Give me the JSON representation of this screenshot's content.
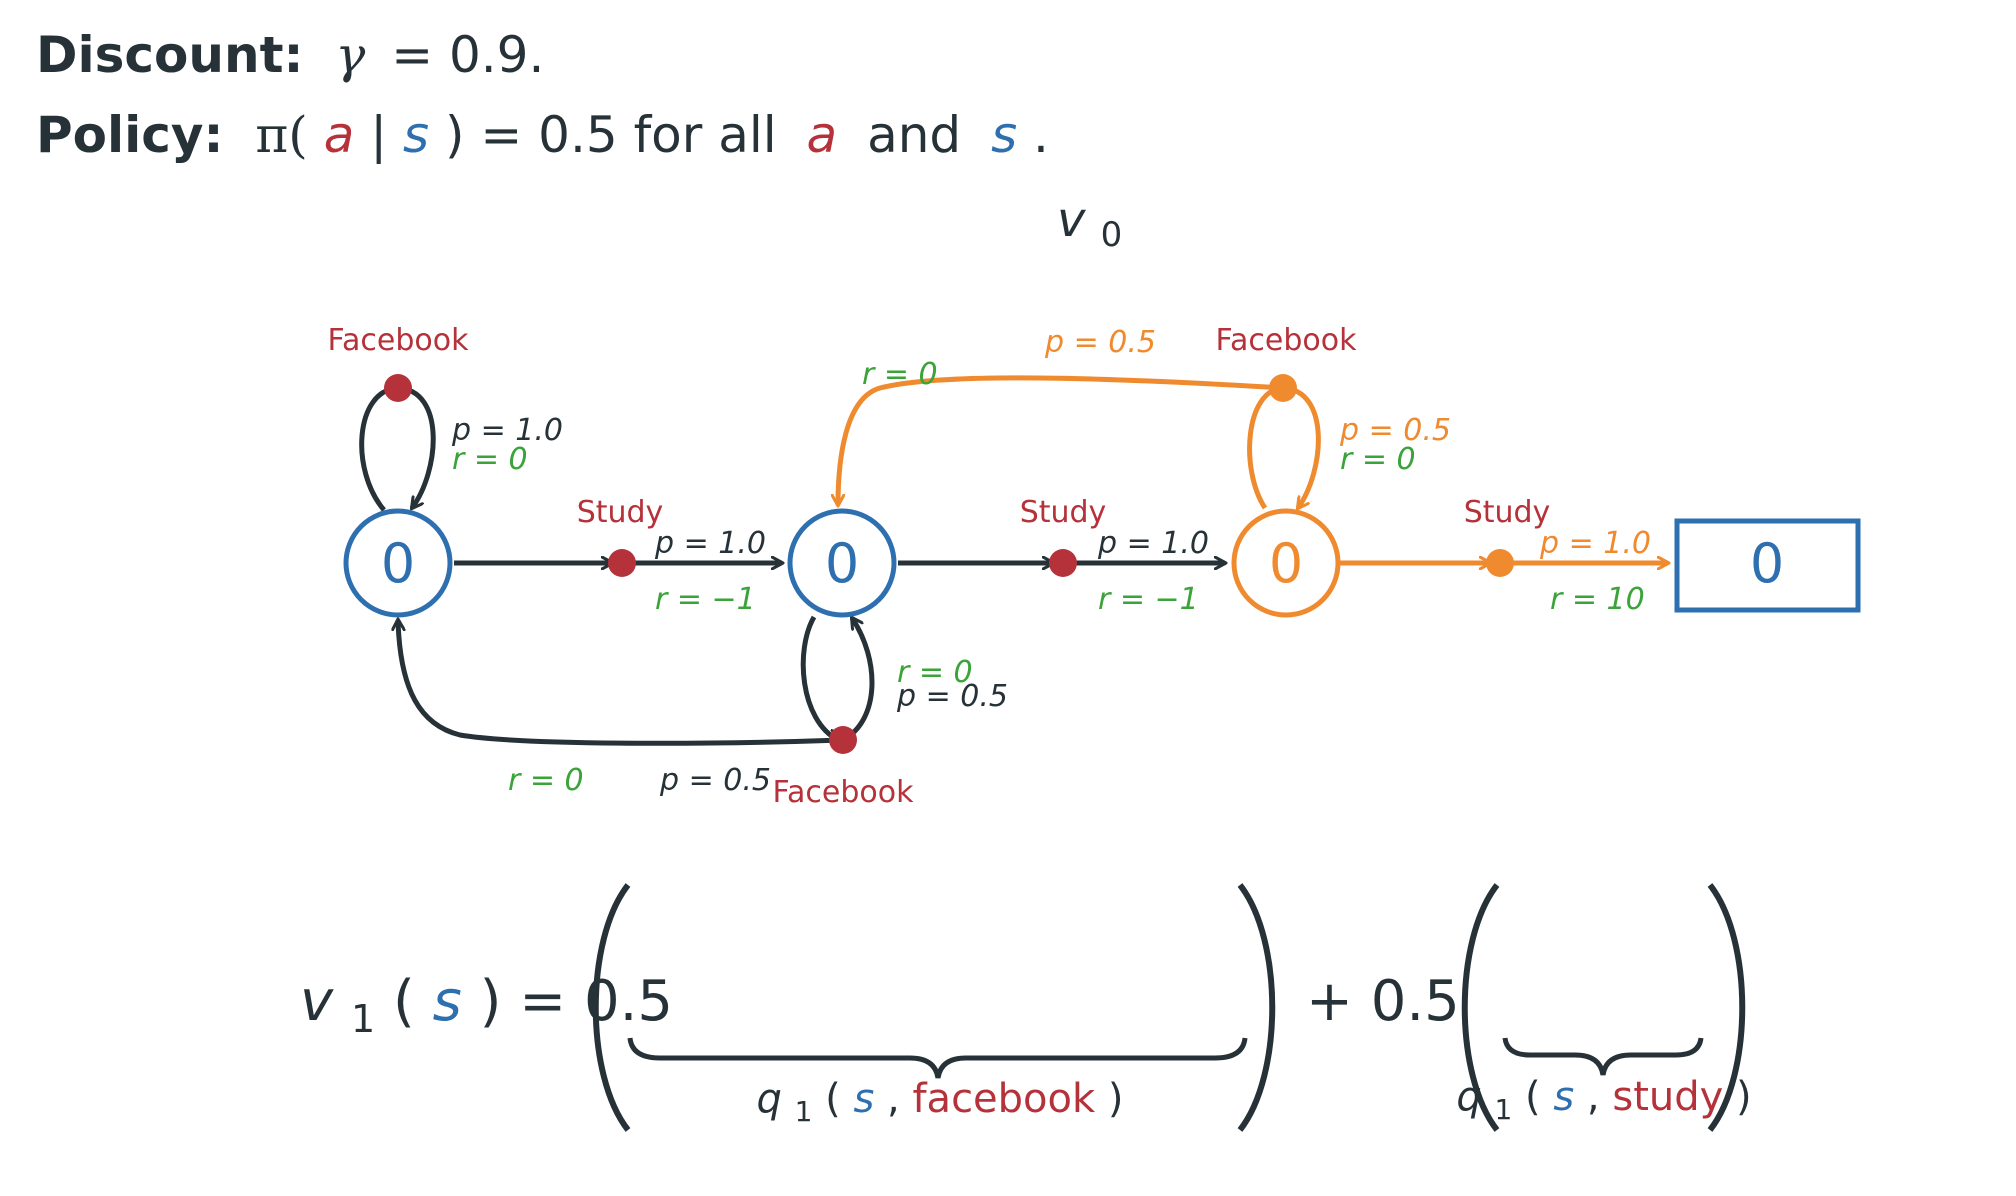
{
  "colors": {
    "dark": "#263238",
    "blue": "#2e6fb0",
    "red": "#b5323a",
    "orange": "#ef8a2f",
    "green": "#3aa33a"
  },
  "header": {
    "discount_label": "Discount:",
    "discount_gamma": "γ",
    "discount_value": "= 0.9.",
    "policy_label": "Policy:",
    "policy_pi": "π(",
    "policy_a": "a",
    "policy_bar": "|",
    "policy_s": "s",
    "policy_close": ") = 0.5 for all",
    "policy_a2": "a",
    "policy_and": "and",
    "policy_s2": "s",
    "policy_end": "."
  },
  "diagram": {
    "title_v": "v",
    "title_sub": "0",
    "states": [
      {
        "value": "0",
        "color": "blue"
      },
      {
        "value": "0",
        "color": "blue"
      },
      {
        "value": "0",
        "color": "orange"
      },
      {
        "value": "0",
        "color": "blue"
      }
    ],
    "actions": {
      "facebook": "Facebook",
      "study": "Study"
    },
    "labels": {
      "s1_fb_p": "p = 1.0",
      "s1_fb_r": "r = 0",
      "s1_study_p": "p = 1.0",
      "s1_study_r": "r = −1",
      "s2_fb_loop_r": "r = 0",
      "s2_fb_loop_p": "p = 0.5",
      "s2_fb_back_r": "r = 0",
      "s2_fb_back_p": "p = 0.5",
      "s2_study_p": "p = 1.0",
      "s2_study_r": "r = −1",
      "s3_fb_back_p": "p = 0.5",
      "s3_fb_back_r": "r = 0",
      "s3_fb_loop_p": "p = 0.5",
      "s3_fb_loop_r": "r = 0",
      "s3_study_p": "p = 1.0",
      "s3_study_r": "r = 10"
    }
  },
  "equation": {
    "v": "v",
    "v_sub": "1",
    "open": "(",
    "s": "s",
    "close_eq": ") = 0.5",
    "plus": "+ 0.5",
    "q1_q": "q",
    "q1_sub": "1",
    "q1_open": "(",
    "q1_s": "s",
    "q1_comma": ",",
    "q1_action": "facebook",
    "q1_close": ")",
    "q2_q": "q",
    "q2_sub": "1",
    "q2_open": "(",
    "q2_s": "s",
    "q2_comma": ",",
    "q2_action": "study",
    "q2_close": ")"
  }
}
